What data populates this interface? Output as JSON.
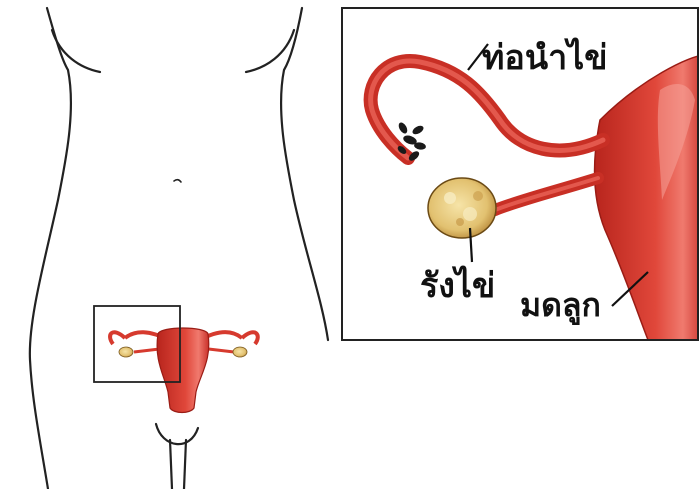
{
  "labels": {
    "fallopian_tube": "ท่อนำไข่",
    "ovary": "รังไข่",
    "uterus": "มดลูก"
  },
  "colors": {
    "organ_red": "#d63a2e",
    "organ_dark": "#a81f18",
    "ovary_yellow": "#e9cf86",
    "outline": "#222222",
    "background": "#ffffff"
  }
}
